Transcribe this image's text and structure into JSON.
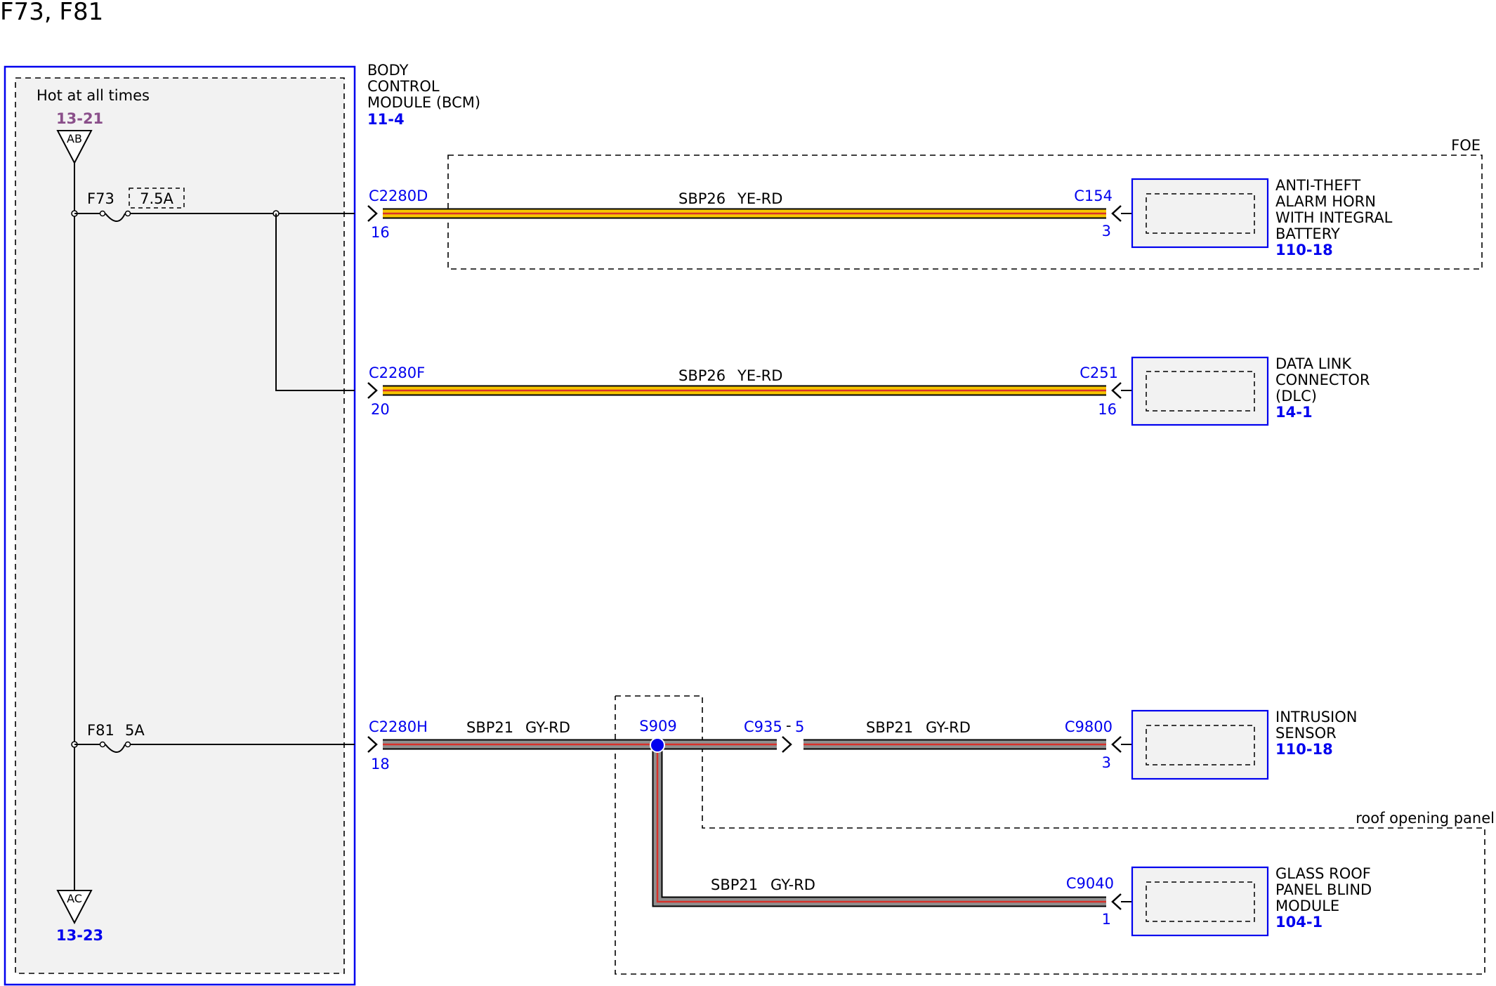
{
  "title": "F73, F81",
  "colors": {
    "blue": "#0000ee",
    "purple": "#8a4f8a",
    "wire_yellow": "#f5c400",
    "wire_red": "#d8312a",
    "wire_gray": "#8f8f8f",
    "box_fill": "#f2f2f2"
  },
  "bcm": {
    "name_lines": [
      "BODY",
      "CONTROL",
      "MODULE (BCM)"
    ],
    "ref": "11-4",
    "hot_label": "Hot at all times",
    "top_ref": "13-21",
    "top_terminal": "AB",
    "bottom_terminal": "AC",
    "bottom_ref": "13-23"
  },
  "fuses": [
    {
      "id": "F73",
      "rating": "7.5A"
    },
    {
      "id": "F81",
      "rating": "5A"
    }
  ],
  "circuits": [
    {
      "bcm_connector": "C2280D",
      "bcm_pin": "16",
      "circuit": "SBP26",
      "color": "YE-RD",
      "far_connector": "C154",
      "far_pin": "3"
    },
    {
      "bcm_connector": "C2280F",
      "bcm_pin": "20",
      "circuit": "SBP26",
      "color": "YE-RD",
      "far_connector": "C251",
      "far_pin": "16"
    },
    {
      "bcm_connector": "C2280H",
      "bcm_pin": "18",
      "circuit": "SBP21",
      "color": "GY-RD",
      "splice": "S909",
      "inline_connector": "C935",
      "inline_pin": "5",
      "circuit2": "SBP21",
      "color2": "GY-RD",
      "far_connector": "C9800",
      "far_pin": "3"
    },
    {
      "circuit": "SBP21",
      "color": "GY-RD",
      "far_connector": "C9040",
      "far_pin": "1"
    }
  ],
  "components": [
    {
      "name_lines": [
        "ANTI-THEFT",
        "ALARM HORN",
        "WITH INTEGRAL",
        "BATTERY"
      ],
      "ref": "110-18"
    },
    {
      "name_lines": [
        "DATA LINK",
        "CONNECTOR",
        "(DLC)"
      ],
      "ref": "14-1"
    },
    {
      "name_lines": [
        "INTRUSION",
        "SENSOR"
      ],
      "ref": "110-18"
    },
    {
      "name_lines": [
        "GLASS ROOF",
        "PANEL BLIND",
        "MODULE"
      ],
      "ref": "104-1"
    }
  ],
  "regions": {
    "foe": "FOE",
    "roof": "roof opening panel"
  }
}
